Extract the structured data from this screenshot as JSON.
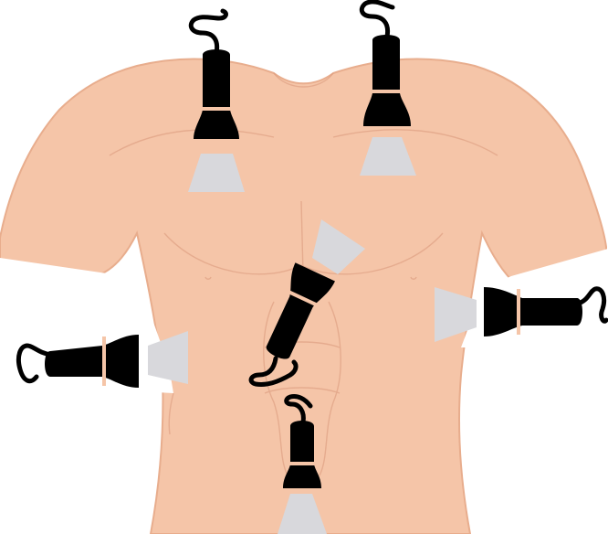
{
  "colors": {
    "skin": "#f5c5a8",
    "skin_shadow": "#e8ad8d",
    "skin_line": "#d9977a",
    "probe": "#000000",
    "probe_band": "#f5c5a8",
    "beam": "#d8d8dc",
    "background": "#ffffff"
  },
  "icons": {
    "probe": "ultrasound-probe-icon",
    "beam": "ultrasound-beam-icon"
  },
  "probes": [
    {
      "id": "right-upper-chest",
      "label": ""
    },
    {
      "id": "left-upper-chest",
      "label": ""
    },
    {
      "id": "subcostal",
      "label": ""
    },
    {
      "id": "right-flank",
      "label": ""
    },
    {
      "id": "left-flank",
      "label": ""
    },
    {
      "id": "suprapubic",
      "label": ""
    }
  ]
}
